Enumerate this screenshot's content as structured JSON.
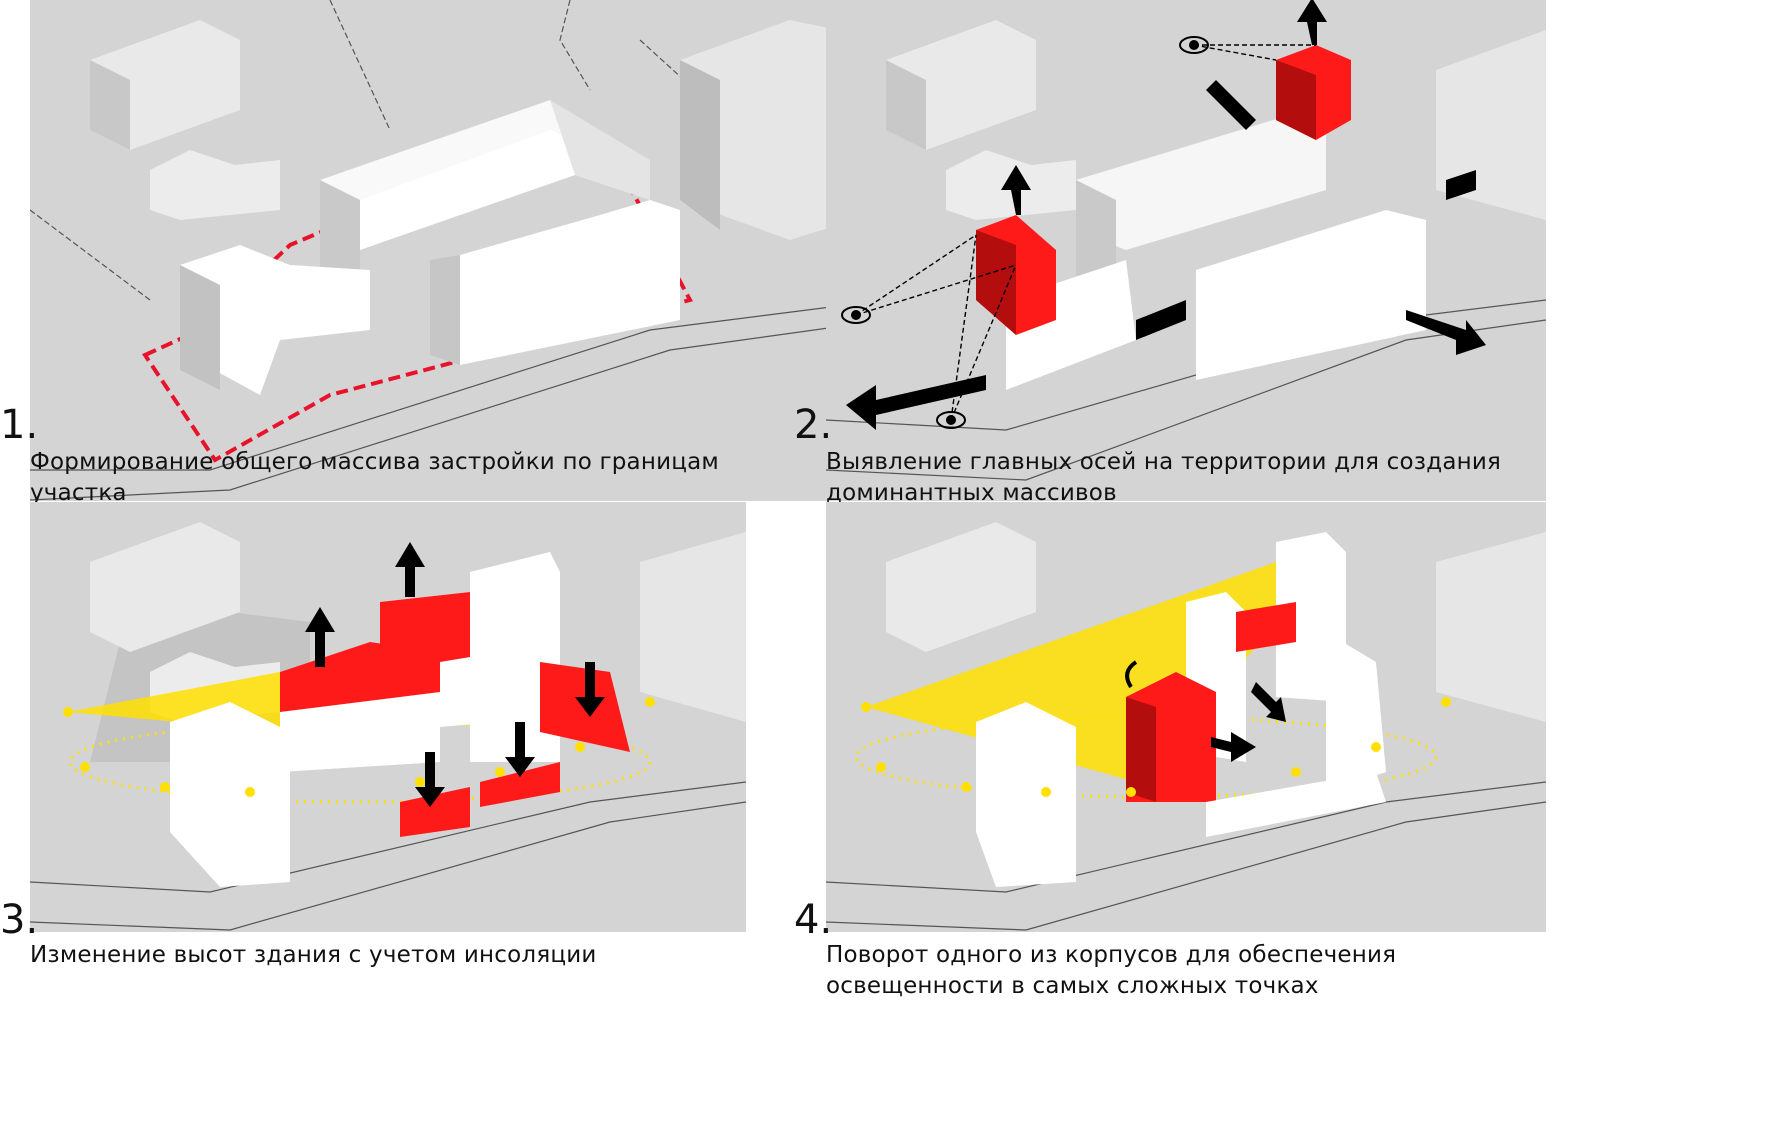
{
  "panels": [
    {
      "number": "1.",
      "caption": "Формирование общего массива застройки по границам участка"
    },
    {
      "number": "2.",
      "caption": "Выявление главных осей на территории для создания доминантных массивов"
    },
    {
      "number": "3.",
      "caption": "Изменение высот здания с учетом инсоляции"
    },
    {
      "number": "4.",
      "caption": "Поворот одного из корпусов для обеспечения освещенности в самых сложных точках"
    }
  ],
  "colors": {
    "ground": "#d4d4d4",
    "accent_red": "#ff1a1a",
    "sun_yellow": "#ffe000",
    "boundary_dash": "#e8132a",
    "arrow": "#000000"
  }
}
